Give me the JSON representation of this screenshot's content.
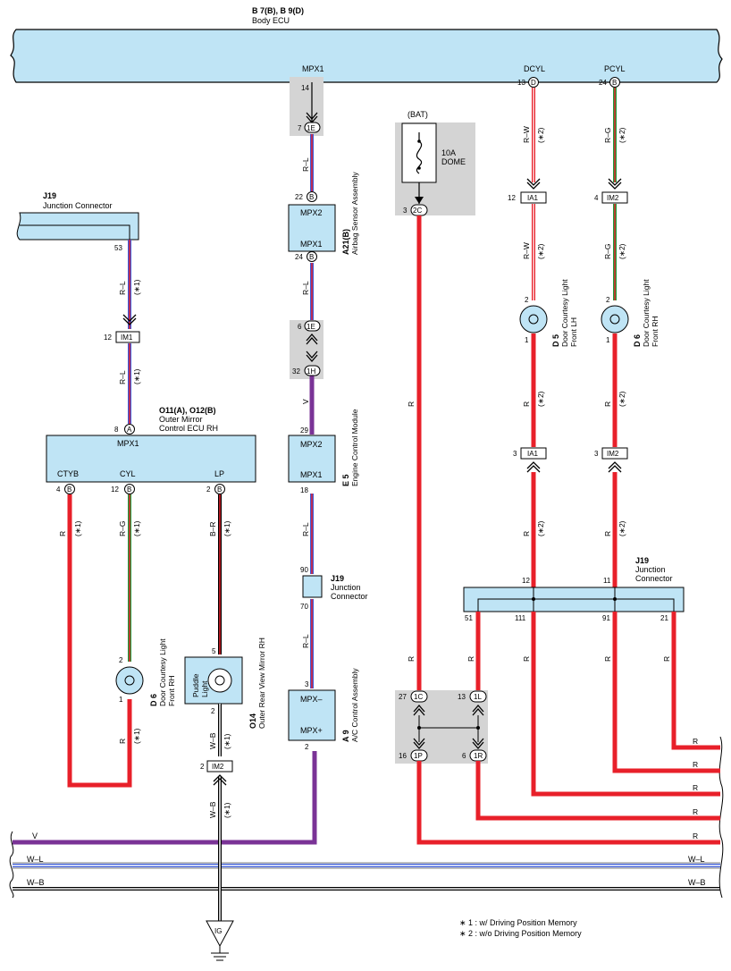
{
  "colors": {
    "wire_red": "#e8202a",
    "wire_purple": "#7a3396",
    "wire_white": "#ffffff",
    "wire_blue": "#3b5bd9",
    "wire_green": "#1e9b3c",
    "wire_black": "#000000",
    "ecu_fill": "#bfe4f5",
    "shade": "#d4d4d4"
  },
  "header": {
    "body_ecu_code": "B 7(B), B 9(D)",
    "body_ecu_name": "Body ECU"
  },
  "body_ecu": {
    "terminals": {
      "mpx1": "MPX1",
      "dcyl": "DCYL",
      "pcyl": "PCYL"
    },
    "pins": {
      "p14": "14",
      "p13": "13",
      "p24": "24",
      "cD1": "D",
      "cB1": "B"
    }
  },
  "junction_left": {
    "code": "J19",
    "name": "Junction Connector",
    "pin": "53"
  },
  "outer_mirror_ecu": {
    "code": "O11(A), O12(B)",
    "name_line1": "Outer Mirror",
    "name_line2": "Control ECU RH",
    "terminals": {
      "mpx1": "MPX1",
      "ctyb": "CTYB",
      "cyl": "CYL",
      "lp": "LP"
    },
    "pins": {
      "p8": "8",
      "p4": "4",
      "p12": "12",
      "p2": "2",
      "cA": "A",
      "cB": "B"
    }
  },
  "airbag": {
    "code": "A21(B)",
    "name": "Airbag Sensor Assembly",
    "terminals": {
      "mpx2": "MPX2",
      "mpx1": "MPX1"
    },
    "pins": {
      "p22": "22",
      "p24": "24",
      "cB": "B"
    }
  },
  "ecm": {
    "code": "E 5",
    "name": "Engine Control Module",
    "terminals": {
      "mpx2": "MPX2",
      "mpx1": "MPX1"
    },
    "pins": {
      "p29": "29",
      "p18": "18"
    }
  },
  "junction_mid": {
    "code": "J19",
    "name_line1": "Junction",
    "name_line2": "Connector",
    "pin_top": "90",
    "pin_bot": "70"
  },
  "ac": {
    "code": "A 9",
    "name": "A/C Control Assembly",
    "terminals": {
      "mpxm": "MPX–",
      "mpxp": "MPX+"
    },
    "pins": {
      "p3": "3",
      "p2": "2"
    }
  },
  "fuse": {
    "source": "(BAT)",
    "rating": "10A",
    "name": "DOME",
    "pin": "3",
    "conn": "2C"
  },
  "inline": {
    "c1E": "1E",
    "c1H": "1H",
    "c1C": "1C",
    "c1L": "1L",
    "c1P": "1P",
    "c1R": "1R",
    "IM1": "IM1",
    "IA1": "IA1",
    "IM2": "IM2",
    "p7": "7",
    "p6": "6",
    "p32": "32",
    "p12": "12",
    "p4": "4",
    "p3": "3",
    "p2": "2",
    "p27": "27",
    "p13": "13",
    "p16": "16",
    "p6b": "6"
  },
  "lights": {
    "d5_code": "D 5",
    "d5_line1": "Door Courtesy Light",
    "d5_line2": "Front LH",
    "d6_code": "D 6",
    "d6_line1": "Door Courtesy Light",
    "d6_line2": "Front RH",
    "o14_code": "O14",
    "o14_name": "Outer Rear View Mirror RH",
    "puddle1": "Puddle",
    "puddle2": "Light",
    "p2": "2",
    "p1": "1",
    "p5": "5"
  },
  "junction_right": {
    "code": "J19",
    "name_line1": "Junction",
    "name_line2": "Connector",
    "pins": {
      "p12": "12",
      "p11": "11",
      "p51": "51",
      "p111": "111",
      "p91": "91",
      "p21": "21"
    }
  },
  "wires": {
    "R_L": "R–L",
    "R_W": "R–W",
    "R_G": "R–G",
    "B_R": "B–R",
    "W_B": "W–B",
    "W_L": "W–L",
    "R": "R",
    "V": "V",
    "n1": "(∗1)",
    "n2": "(∗2)"
  },
  "ground": {
    "label": "IG"
  },
  "notes": {
    "note1": "∗ 1 : w/ Driving Position Memory",
    "note2": "∗ 2 : w/o Driving Position Memory"
  }
}
